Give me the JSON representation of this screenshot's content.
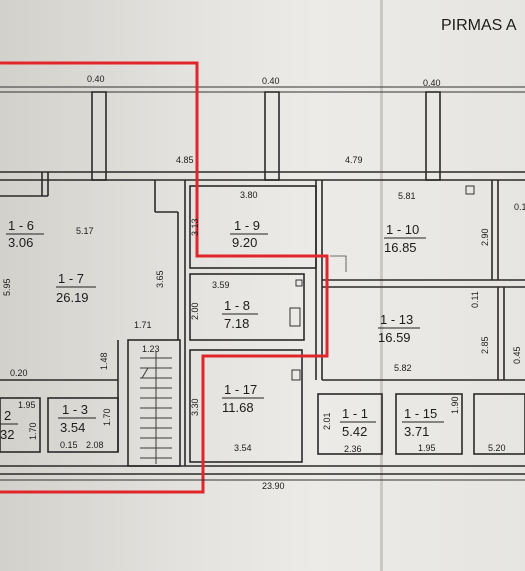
{
  "header": {
    "title": "PIRMAS A"
  },
  "annotation": {
    "color": "#e1262b"
  },
  "top_dims": [
    "0.40",
    "0.40",
    "0.40"
  ],
  "upper_dims": [
    "4.85",
    "4.79"
  ],
  "rooms": [
    {
      "id": "1 - 6",
      "area": "3.06"
    },
    {
      "id": "1 - 7",
      "area": "26.19"
    },
    {
      "id": "1 - 9",
      "area": "9.20"
    },
    {
      "id": "1 - 8",
      "area": "7.18"
    },
    {
      "id": "1 - 10",
      "area": "16.85"
    },
    {
      "id": "1 - 13",
      "area": "16.59"
    },
    {
      "id": "1 - 17",
      "area": "11.68"
    },
    {
      "id": "1 - 3",
      "area": "3.54"
    },
    {
      "id": "1 - 1",
      "area": "5.42"
    },
    {
      "id": "1 - 15",
      "area": "3.71"
    },
    {
      "id": "2",
      "area": "32"
    }
  ],
  "dims": {
    "d_5_17": "5.17",
    "d_5_95": "5.95",
    "d_3_65": "3.65",
    "d_1_71": "1.71",
    "d_1_48": "1.48",
    "d_0_20": "0.20",
    "d_1_23": "1.23",
    "d_3_80": "3.80",
    "d_3_13": "3.13",
    "d_3_59": "3.59",
    "d_2_00": "2.00",
    "d_5_81": "5.81",
    "d_0_1": "0.1",
    "d_2_90": "2.90",
    "d_0_11": "0.11",
    "d_2_85": "2.85",
    "d_0_45": "0.45",
    "d_5_82": "5.82",
    "d_3_30": "3.30",
    "d_3_54": "3.54",
    "d_2_01": "2.01",
    "d_2_36": "2.36",
    "d_1_90": "1.90",
    "d_1_95a": "1.95",
    "d_1_95b": "1.95",
    "d_5_20": "5.20",
    "d_1_70a": "1.70",
    "d_1_70b": "1.70",
    "d_0_15": "0.15",
    "d_2_08": "2.08",
    "d_23_90": "23.90"
  }
}
